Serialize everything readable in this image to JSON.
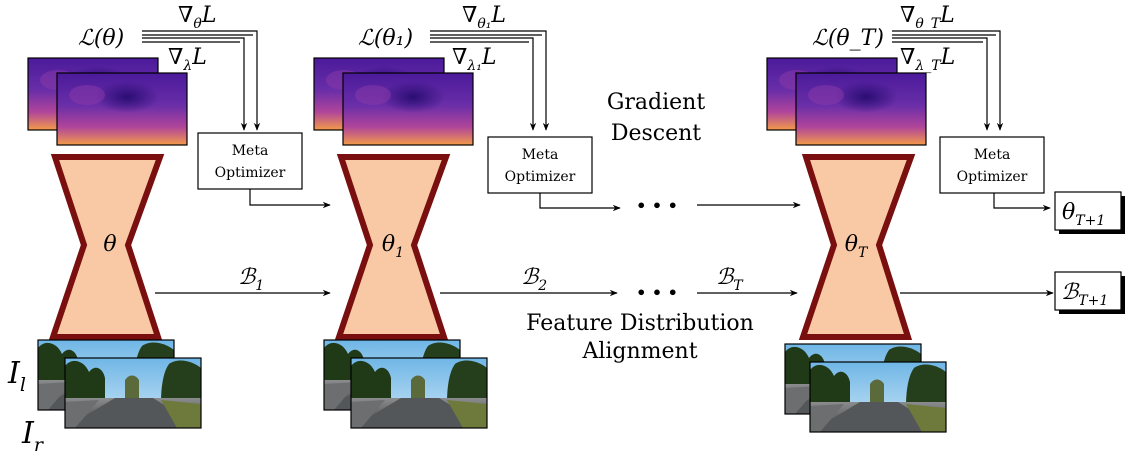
{
  "stages": [
    {
      "loss": "ℒ(θ)",
      "grad_theta": {
        "base": "∇",
        "sub": "θ",
        "tail": "L"
      },
      "grad_lambda": {
        "base": "∇",
        "sub": "λ",
        "tail": "L"
      },
      "optimizer": {
        "line1": "Meta",
        "line2": "Optimizer"
      },
      "param": {
        "base": "θ",
        "sub": ""
      },
      "input_left": "I",
      "input_left_sub": "l",
      "input_right": "I",
      "input_right_sub": "r"
    },
    {
      "loss": "ℒ(θ₁)",
      "grad_theta": {
        "base": "∇",
        "sub": "θ₁",
        "tail": "L"
      },
      "grad_lambda": {
        "base": "∇",
        "sub": "λ₁",
        "tail": "L"
      },
      "optimizer": {
        "line1": "Meta",
        "line2": "Optimizer"
      },
      "param": {
        "base": "θ",
        "sub": "1"
      }
    },
    {
      "loss": "ℒ(θ_T)",
      "grad_theta": {
        "base": "∇",
        "sub": "θ_T",
        "tail": "L"
      },
      "grad_lambda": {
        "base": "∇",
        "sub": "λ_T",
        "tail": "L"
      },
      "optimizer": {
        "line1": "Meta",
        "line2": "Optimizer"
      },
      "param": {
        "base": "θ",
        "sub": "T"
      }
    }
  ],
  "ellipsis": "• • •",
  "gradient_descent": {
    "line1": "Gradient",
    "line2": "Descent"
  },
  "feature_alignment": {
    "line1": "Feature Distribution",
    "line2": "Alignment"
  },
  "stats": [
    {
      "base": "ℬ",
      "sub": "1"
    },
    {
      "base": "ℬ",
      "sub": "2"
    },
    {
      "base": "ℬ",
      "sub": "T"
    }
  ],
  "outputs": {
    "theta_next": {
      "base": "θ",
      "sub": "T+1"
    },
    "b_next": {
      "base": "ℬ",
      "sub": "T+1"
    }
  },
  "colors": {
    "network_fill": "#f9c9a6",
    "network_stroke": "#7a0f0f",
    "line": "#000000"
  }
}
